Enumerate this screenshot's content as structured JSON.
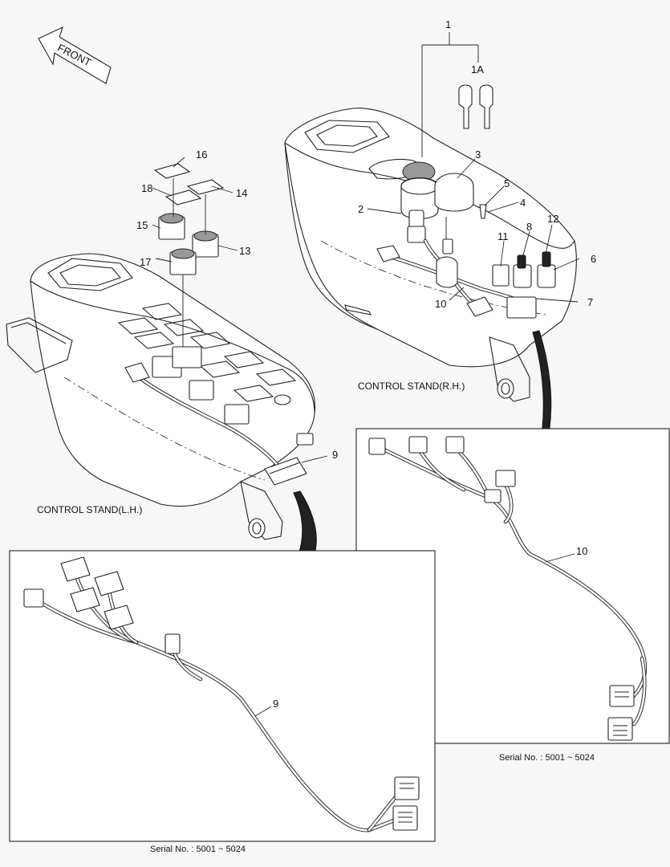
{
  "direction_arrow": {
    "text": "FRONT"
  },
  "captions": {
    "rh_stand": "CONTROL STAND(R.H.)",
    "lh_stand": "CONTROL STAND(L.H.)"
  },
  "serials": {
    "rh_detail": "Serial No. : 5001 ~ 5024",
    "lh_detail": "Serial No. : 5001 ~ 5024"
  },
  "callouts": [
    "1",
    "1A",
    "2",
    "3",
    "4",
    "5",
    "6",
    "7",
    "8",
    "9",
    "10",
    "11",
    "12",
    "13",
    "14",
    "15",
    "16",
    "17",
    "18",
    "9",
    "10"
  ]
}
